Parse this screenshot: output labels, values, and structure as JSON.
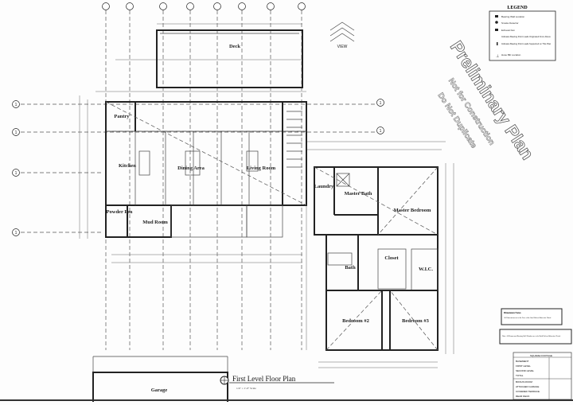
{
  "plan": {
    "title": "First Level Floor Plan",
    "scale": "1/4\" = 1'-0\" Scale",
    "view_label": "VIEW",
    "grid_bubble_label": "1"
  },
  "rooms": {
    "deck": "Deck",
    "pantry": "Pantry",
    "kitchen": "Kitchen",
    "dining": "Dining Area",
    "living": "Living Room",
    "powder": "Powder Rm",
    "mud": "Mud Room",
    "laundry": "Laundry",
    "master_bath": "Master Bath",
    "master_bed": "Master Bedroom",
    "closet": "Closet",
    "bath": "Bath",
    "wic": "W.I.C.",
    "bed2": "Bedroom #2",
    "bed3": "Bedroom #3",
    "garage": "Garage"
  },
  "watermark": {
    "main": "Preliminary Plan",
    "line2": "Not for Construction",
    "line3": "Do Not Duplicate"
  },
  "legend": {
    "title": "LEGEND",
    "items": [
      {
        "icon": "bearing-wall-icon",
        "label": "Bearing Wall Location"
      },
      {
        "icon": "smoke-detector-icon",
        "label": "Smoke Detector"
      },
      {
        "icon": "exhaust-fan-icon",
        "label": "Exhaust Fan"
      },
      {
        "icon": "point-load-above-icon",
        "label": "Indicates Bearing Point Loads Originated From Above"
      },
      {
        "icon": "point-load-supported-icon",
        "label": "Indicates Bearing Point Loads Supported on This Plan"
      },
      {
        "icon": "hose-bib-icon",
        "label": "Hose Bib Location"
      }
    ]
  },
  "notes": {
    "dimension_title": "Dimension Notes",
    "dimension_text": "All Dimensions are to the Face of the Stud Unless Otherwise Noted",
    "beam_note": "Note: All Beams and Bearing Wall Headers are to be Built Unless Otherwise Noted"
  },
  "square_footage": {
    "title": "SQUARE FOOTAGE",
    "rows": [
      {
        "label": "BASEMENT",
        "value": ""
      },
      {
        "label": "FIRST LEVEL",
        "value": ""
      },
      {
        "label": "SECOND LEVEL",
        "value": ""
      },
      {
        "label": "TOTAL",
        "value": ""
      },
      {
        "label": "BONUS ROOM",
        "value": ""
      },
      {
        "label": "ATTACHED GARAGE",
        "value": ""
      },
      {
        "label": "COVERED TERRACE",
        "value": ""
      },
      {
        "label": "REAR DECK",
        "value": ""
      }
    ]
  }
}
